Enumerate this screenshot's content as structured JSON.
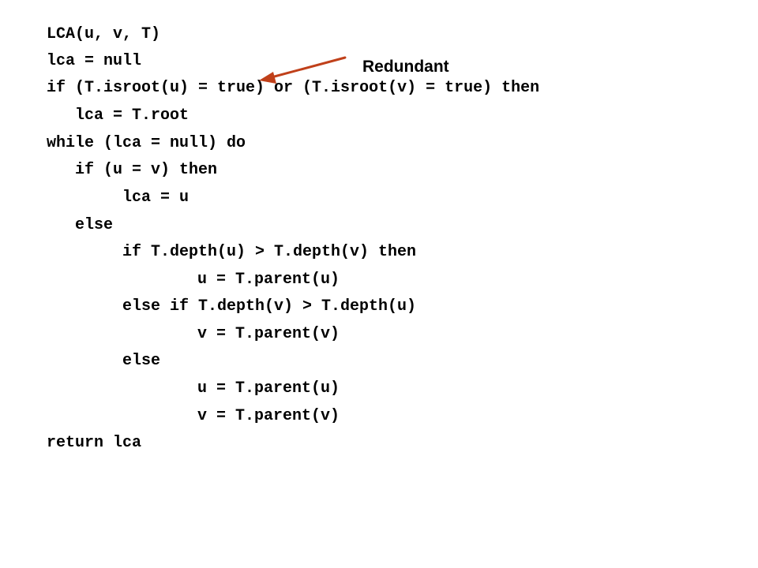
{
  "code": {
    "lines": [
      "LCA(u, v, T)",
      "lca = null",
      "if (T.isroot(u) = true) or (T.isroot(v) = true) then",
      "lca = T.root",
      "while (lca = null) do",
      "if (u = v) then",
      "lca = u",
      "else",
      "if T.depth(u) > T.depth(v) then",
      "u = T.parent(u)",
      "else if T.depth(v) > T.depth(u)",
      "v = T.parent(v)",
      "else",
      "u = T.parent(u)",
      "v = T.parent(v)",
      "return lca"
    ]
  },
  "annotation": {
    "label": "Redundant",
    "arrow_color": "#C0401A"
  }
}
